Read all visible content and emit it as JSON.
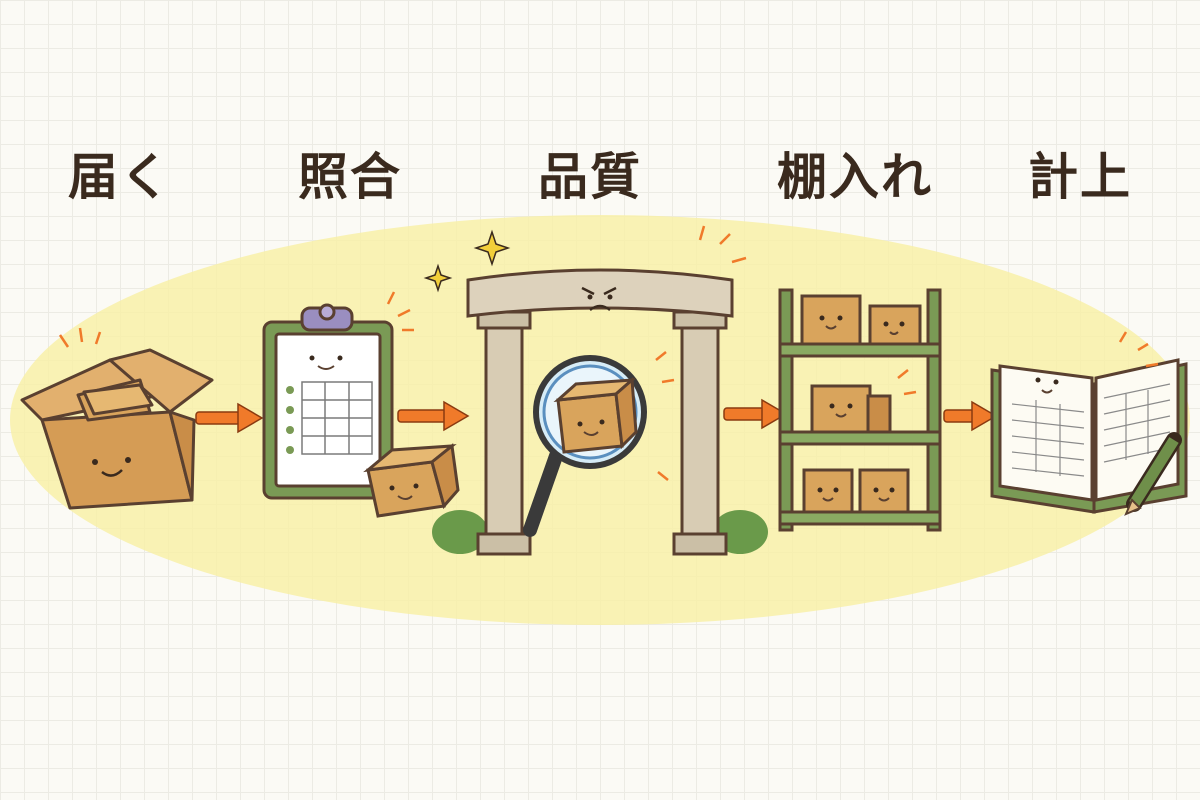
{
  "steps": [
    {
      "label": "届く"
    },
    {
      "label": "照合"
    },
    {
      "label": "品質"
    },
    {
      "label": "棚入れ"
    },
    {
      "label": "計上"
    }
  ],
  "colors": {
    "background": "#fbfaf5",
    "highlight": "#f8f0a8",
    "box": "#d9a45c",
    "box_stroke": "#5a4030",
    "arrow": "#f07a2a",
    "green": "#6f8f4a",
    "stone": "#d8ccb4",
    "text": "#3a2a1e"
  },
  "icons": [
    "open-box-icon",
    "clipboard-icon",
    "quality-gate-icon",
    "shelf-icon",
    "ledger-icon"
  ]
}
